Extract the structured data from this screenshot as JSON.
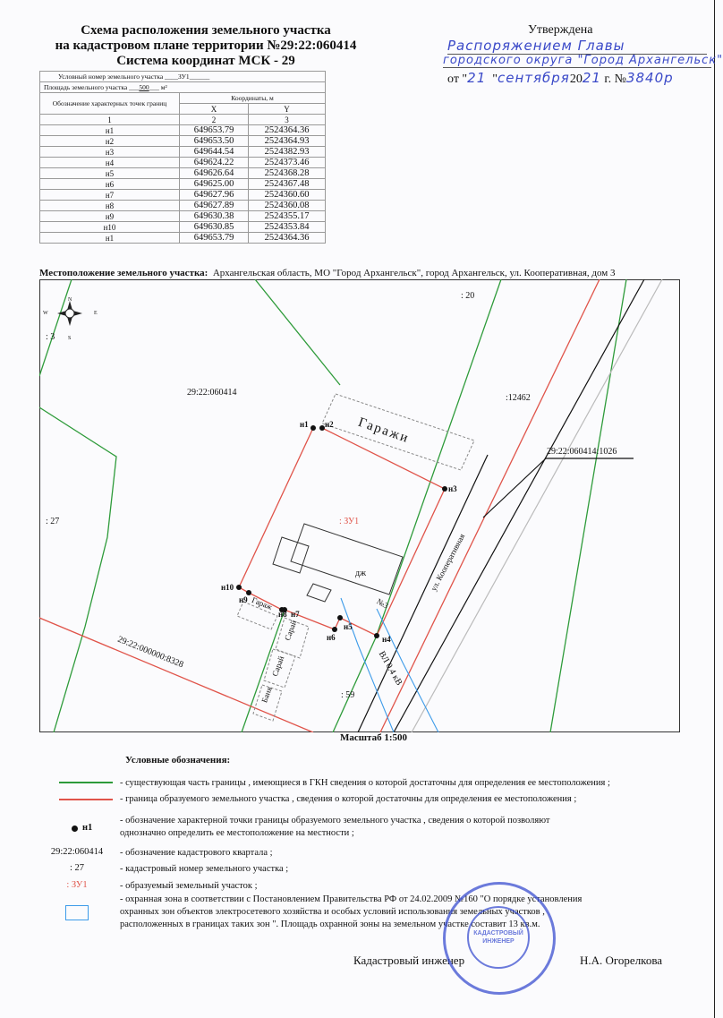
{
  "header": {
    "title_line1": "Схема расположения земельного участка",
    "title_line2": "на кадастровом плане территории №29:22:060414",
    "title_line3": "Система координат МСК - 29"
  },
  "approval": {
    "label": "Утверждена",
    "hand_line1": "Распоряжением Главы",
    "hand_line2": "городского округа \"Город Архангельск\"",
    "from_label": "от \"",
    "day": "21",
    "quote_close": "\"",
    "month": "сентября",
    "year_prefix": "20",
    "year_suffix": "21",
    "year_label": "г. №",
    "number": "3840р"
  },
  "table": {
    "parcel_label": "Условный номер земельного участка",
    "parcel_value": "ЗУ1",
    "area_label": "Площадь земельного участка",
    "area_value": "500",
    "area_unit": "м²",
    "col_point": "Обозначение характерных точек границ",
    "col_coords": "Координаты, м",
    "col_x": "X",
    "col_y": "Y",
    "col_num1": "1",
    "col_num2": "2",
    "col_num3": "3",
    "rows": [
      {
        "point": "н1",
        "x": "649653.79",
        "y": "2524364.36"
      },
      {
        "point": "н2",
        "x": "649653.50",
        "y": "2524364.93"
      },
      {
        "point": "н3",
        "x": "649644.54",
        "y": "2524382.93"
      },
      {
        "point": "н4",
        "x": "649624.22",
        "y": "2524373.46"
      },
      {
        "point": "н5",
        "x": "649626.64",
        "y": "2524368.28"
      },
      {
        "point": "н6",
        "x": "649625.00",
        "y": "2524367.48"
      },
      {
        "point": "н7",
        "x": "649627.96",
        "y": "2524360.60"
      },
      {
        "point": "н8",
        "x": "649627.89",
        "y": "2524360.08"
      },
      {
        "point": "н9",
        "x": "649630.38",
        "y": "2524355.17"
      },
      {
        "point": "н10",
        "x": "649630.85",
        "y": "2524353.84"
      },
      {
        "point": "н1",
        "x": "649653.79",
        "y": "2524364.36"
      }
    ]
  },
  "location": {
    "label": "Местоположение земельного участка:",
    "value": "Архангельская область, МО \"Город Архангельск\", город Архангельск, ул. Кооперативная, дом 3"
  },
  "map": {
    "labels": {
      "p20": ": 20",
      "p3": ": 3",
      "quarter": "29:22:060414",
      "p12462": ":12462",
      "p1026": "29:22:060414:1026",
      "garages": "Гаражи",
      "p27": ": 27",
      "zu1": ": ЗУ1",
      "house": "дж",
      "no3": "№3",
      "street": "ул. Кооперативная",
      "garage": "Гараж",
      "shed1": "Сарай",
      "shed2": "Сарай",
      "bath": "Баня",
      "p8328": "29:22:000000:8328",
      "p59": ": 59",
      "power": "ВЛ 0.4 кВ"
    },
    "points": [
      "н1",
      "н2",
      "н3",
      "н4",
      "н5",
      "н6",
      "н7",
      "н8",
      "н9",
      "н10"
    ],
    "compass": {
      "n": "N",
      "s": "S",
      "e": "E",
      "w": "W"
    },
    "colors": {
      "existing": "#2e9b3a",
      "new": "#e0544a",
      "zone": "#3d9be9"
    }
  },
  "scale": "Масштаб 1:500",
  "legend": {
    "title": "Условные обозначения:",
    "items": [
      "- существующая часть границы , имеющиеся в ГКН сведения о которой достаточны для определения ее местоположения ;",
      "- граница образуемого земельного участка , сведения о которой достаточны  для определения ее местоположения ;",
      "- обозначение характерной точки границы образуемого земельного участка , сведения о которой позволяют",
      "однозначно определить ее местоположение на местности ;",
      "- обозначение кадастрового квартала ;",
      "- кадастровый номер земельного участка ;",
      "- образуемый земельный участок ;",
      "- охранная зона в соответствии с Постановлением Правительства РФ от  24.02.2009 №160 \"О порядке установления",
      "охранных зон объектов электросетевого хозяйства и особых условий использования земельных участков ,",
      "расположенных в границах таких зон \". Площадь охранной зоны на земельном участке составит 13 кв.м."
    ],
    "sym_point": "н1",
    "sym_quarter": "29:22:060414",
    "sym_parcel": ": 27",
    "sym_new": ": ЗУ1"
  },
  "signature": {
    "role": "Кадастровый инженер",
    "name": "Н.А. Огорелкова",
    "stamp_text": "КАДАСТРОВЫЙ ИНЖЕНЕР"
  }
}
